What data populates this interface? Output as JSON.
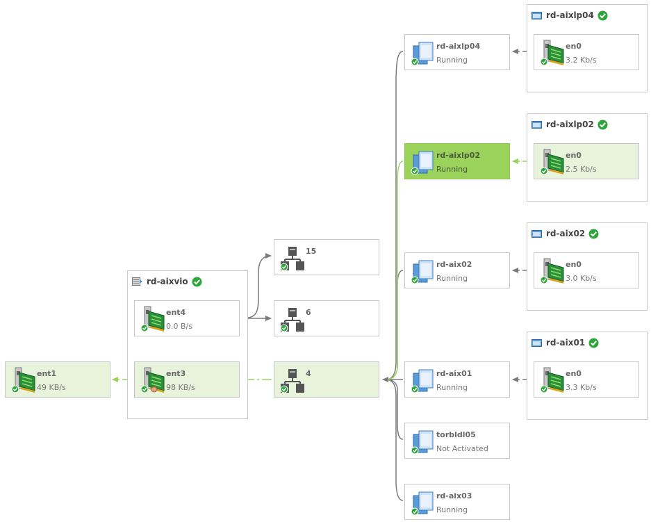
{
  "groups": {
    "vio": {
      "name": "rd-aixvio"
    },
    "lp04": {
      "name": "rd-aixlp04"
    },
    "lp02": {
      "name": "rd-aixlp02"
    },
    "aix02": {
      "name": "rd-aix02"
    },
    "aix01": {
      "name": "rd-aix01"
    }
  },
  "nodes": {
    "ent1": {
      "title": "ent1",
      "sub": "49 KB/s"
    },
    "ent4": {
      "title": "ent4",
      "sub": "0.0 B/s"
    },
    "ent3": {
      "title": "ent3",
      "sub": "98 KB/s"
    },
    "net15": {
      "title": "15"
    },
    "net6": {
      "title": "6"
    },
    "net4": {
      "title": "4"
    },
    "lpar_lp04": {
      "title": "rd-aixlp04",
      "sub": "Running"
    },
    "lpar_lp02": {
      "title": "rd-aixlp02",
      "sub": "Running"
    },
    "lpar_aix02": {
      "title": "rd-aix02",
      "sub": "Running"
    },
    "lpar_aix01": {
      "title": "rd-aix01",
      "sub": "Running"
    },
    "lpar_torbldl05": {
      "title": "torbldl05",
      "sub": "Not Activated"
    },
    "lpar_aix03": {
      "title": "rd-aix03",
      "sub": "Running"
    },
    "en0_lp04": {
      "title": "en0",
      "sub": "3.2 Kb/s"
    },
    "en0_lp02": {
      "title": "en0",
      "sub": "2.5 Kb/s"
    },
    "en0_aix02": {
      "title": "en0",
      "sub": "3.0 Kb/s"
    },
    "en0_aix01": {
      "title": "en0",
      "sub": "3.3 Kb/s"
    }
  },
  "colors": {
    "active_link": "#9bd25b",
    "link": "#7a7a7a",
    "status_ok": "#2ea53a",
    "selected": "#9bd25b",
    "highlight": "#e8f3dc"
  }
}
